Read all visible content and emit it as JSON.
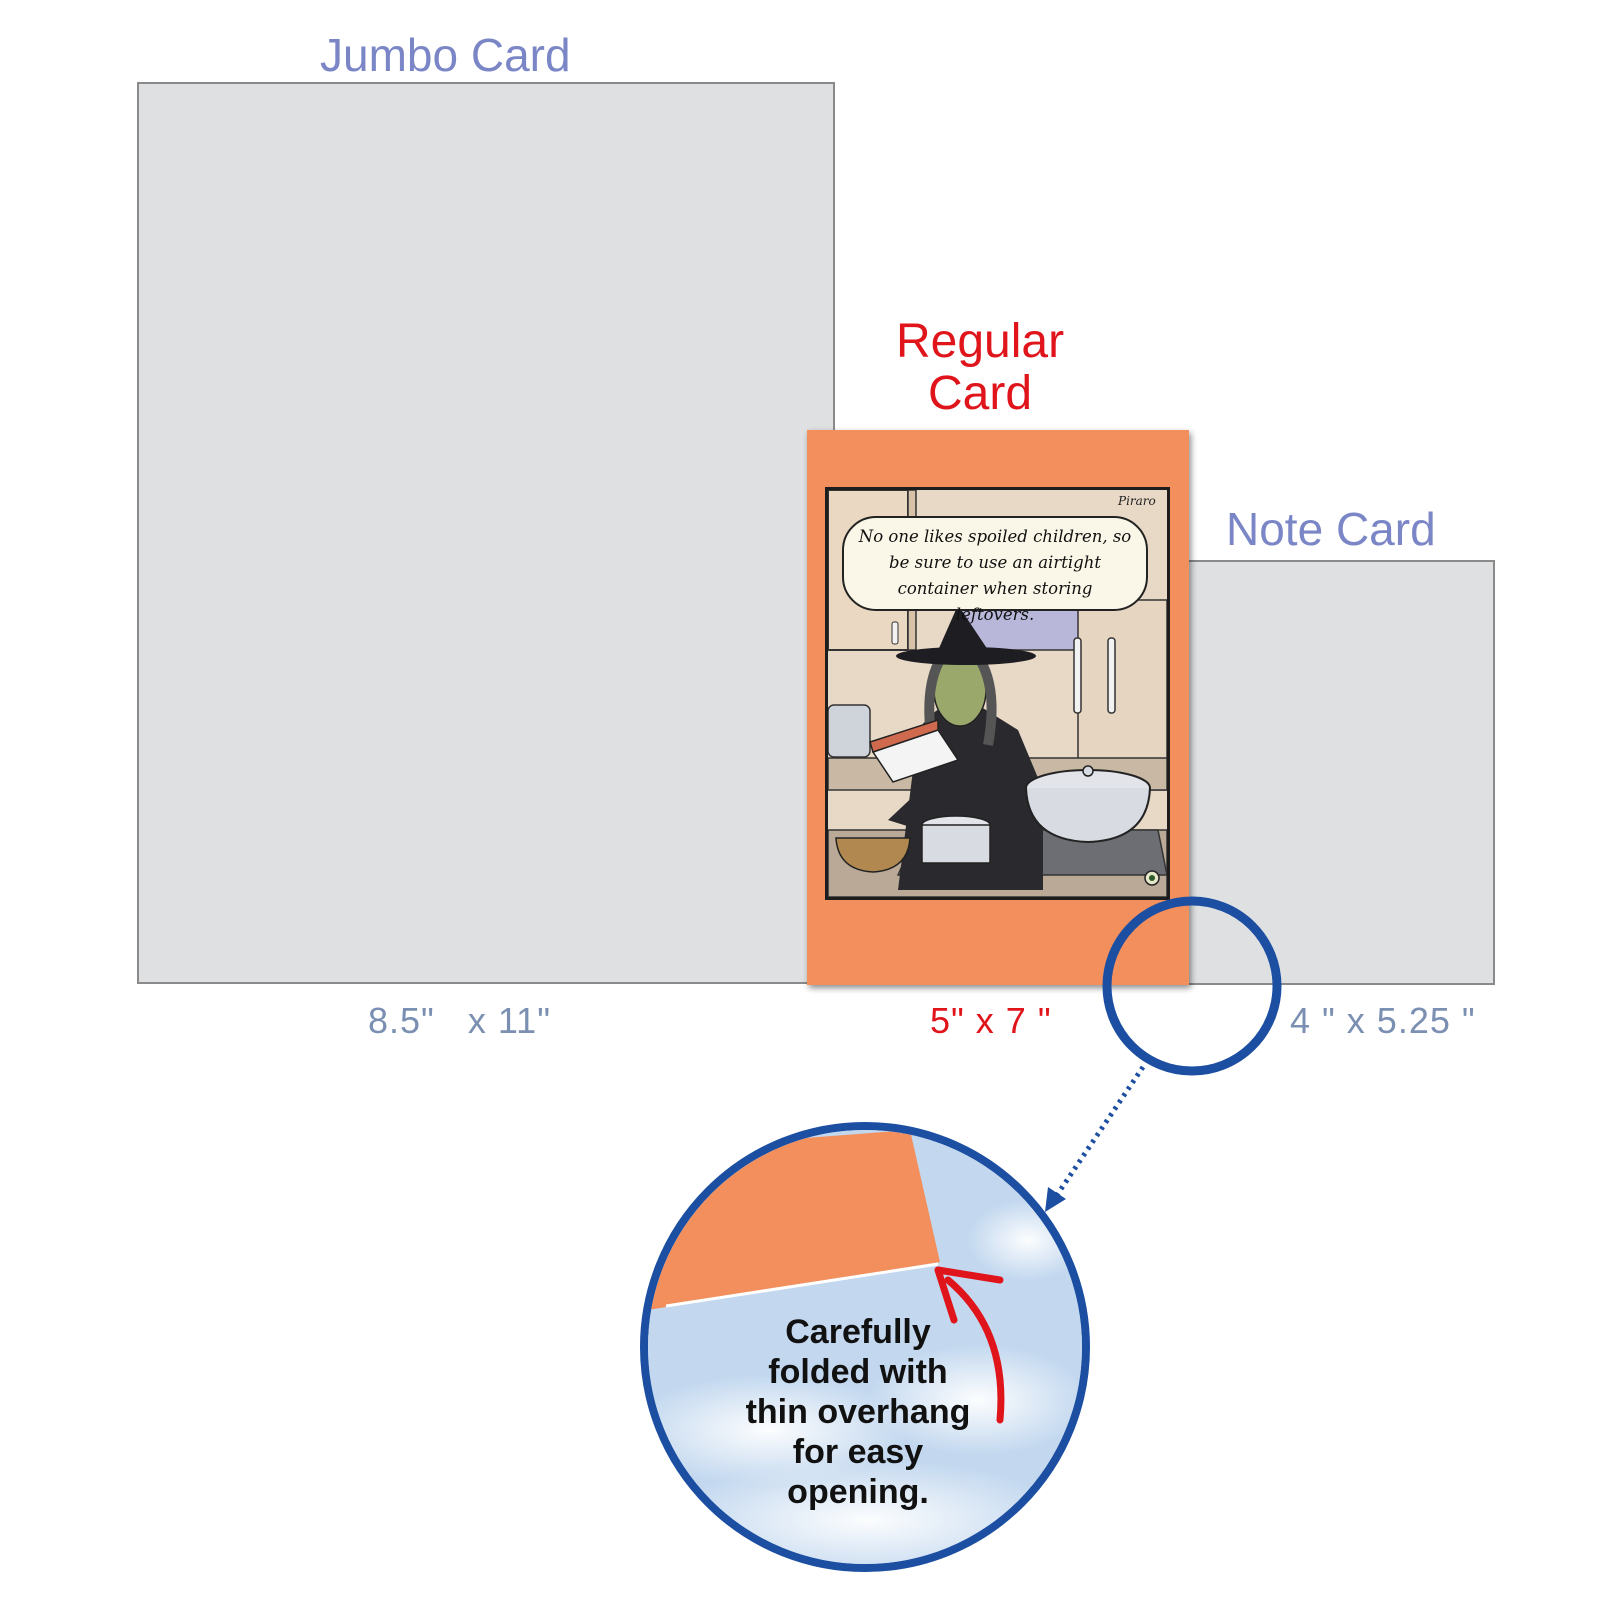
{
  "jumbo": {
    "title": "Jumbo Card",
    "size": "8.5\"   x 11\""
  },
  "regular": {
    "title_line1": "Regular",
    "title_line2": "Card",
    "size": "5\" x 7 \""
  },
  "note": {
    "title": "Note Card",
    "size": "4 \" x 5.25 \""
  },
  "comic": {
    "caption": "No one likes spoiled children, so be sure to use an airtight container when storing leftovers.",
    "signature": "Piraro"
  },
  "callout": {
    "text_lines": [
      "Carefully",
      "folded with",
      "thin overhang",
      "for easy",
      "opening."
    ]
  },
  "colors": {
    "card_orange": "#f38f5d",
    "callout_blue": "#1c4ea1",
    "arrow_red": "#e0141b",
    "label_blue": "#7b86c6",
    "gray_card": "#dfe0e2"
  }
}
